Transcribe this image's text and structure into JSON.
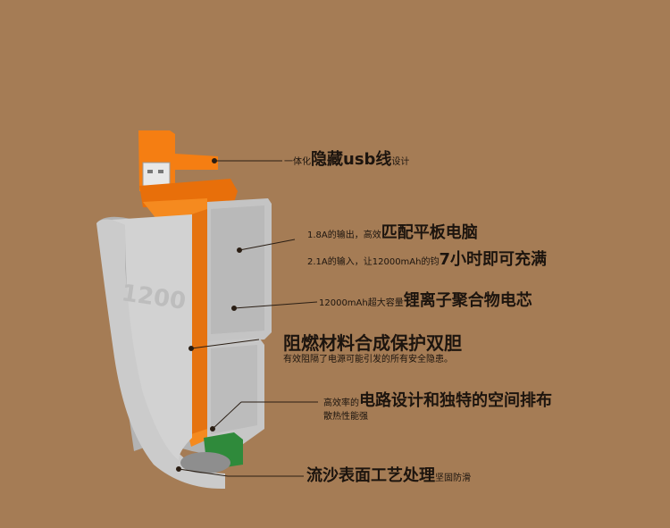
{
  "callouts": {
    "usb": {
      "prefix": "一体化",
      "highlight": "隐藏usb线",
      "suffix": "设计"
    },
    "output": {
      "prefix": "1.8A的输出，高效",
      "highlight": "匹配平板电脑"
    },
    "input": {
      "prefix": "2.1A的输入，让12000mAh的钧",
      "highlight": "7小时即可充满"
    },
    "capacity": {
      "prefix": "12000mAh超大容量",
      "highlight": "锂离子聚合物电芯"
    },
    "flame": {
      "highlight": "阻燃材料合成保护双胆",
      "sub": "有效阻隔了电源可能引发的所有安全隐患。"
    },
    "circuit": {
      "prefix": "高效率的",
      "highlight": "电路设计和独特的空间排布",
      "sub": "散热性能强"
    },
    "surface": {
      "highlight": "流沙表面工艺处理",
      "suffix": "坚固防滑"
    }
  },
  "product": {
    "casing_label": "1200"
  },
  "colors": {
    "background": "#a57c55",
    "orange": "#f57e12",
    "casing": "#c8c8c8",
    "text": "#1c140e"
  }
}
